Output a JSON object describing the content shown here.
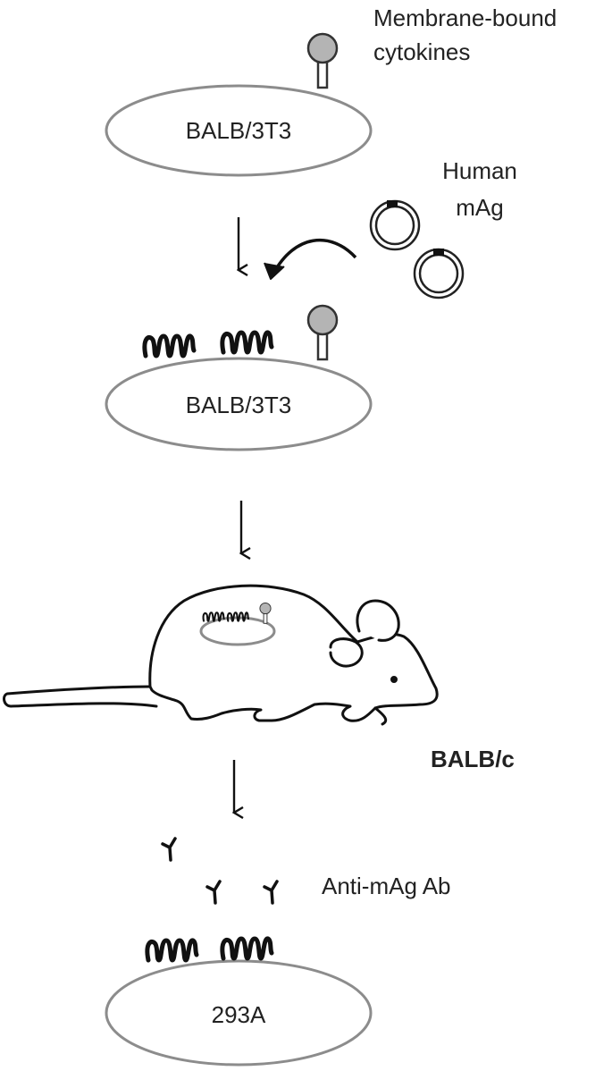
{
  "labels": {
    "membrane_bound": [
      "Membrane-bound",
      "cytokines"
    ],
    "human_mag": [
      "Human",
      "mAg"
    ],
    "cell_top": "BALB/3T3",
    "cell_middle": "BALB/3T3",
    "mouse_strain": "BALB/c",
    "antibody": "Anti-mAg Ab",
    "cell_bottom": "293A"
  },
  "colors": {
    "cell_outline": "#8c8c8c",
    "cytokine_head": "#b4b4b4",
    "ink": "#111111",
    "text": "#222222"
  }
}
